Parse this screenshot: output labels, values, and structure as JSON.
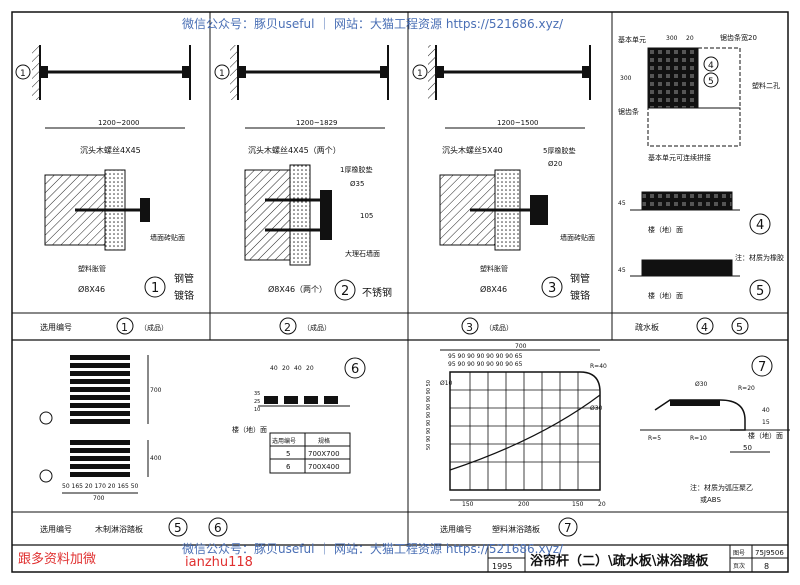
{
  "watermark_top": "微信公众号：豚贝useful ｜ 网站：大猫工程资源 https://521686.xyz/",
  "watermark_bottom": "微信公众号：豚贝useful ｜ 网站：大猫工程资源 https://521686.xyz/",
  "red_note_1": "跟多资料加微",
  "red_note_2": "ianzhu118",
  "panel_top": {
    "p1": {
      "dim": "1200~2000",
      "screw": "沉头木螺丝4X45",
      "wall": "墙面砖贴面",
      "plug": "塑料胀管",
      "plug_size": "Ø8X46",
      "num": "1",
      "side": [
        "钢管",
        "镀铬"
      ]
    },
    "p2": {
      "dim": "1200~1829",
      "screw": "沉头木螺丝4X45（两个）",
      "washer": "1厚橡胶垫",
      "dia": "Ø35",
      "wall": "大理石墙面",
      "plug_size": "Ø8X46（两个）",
      "num": "2",
      "side": "不锈钢",
      "h": "105"
    },
    "p3": {
      "dim": "1200~1500",
      "screw": "沉头木螺丝5X40",
      "washer": "5厚橡胶垫",
      "dia": "Ø20",
      "wall": "墙面砖贴面",
      "plug": "塑料胀管",
      "plug_size": "Ø8X46",
      "num": "3",
      "side": [
        "钢管",
        "镀铬"
      ]
    },
    "p4": {
      "l1": "基本单元",
      "l2": "锯齿条宽20",
      "l3": "锯齿条",
      "l4": "基本单元可连续拼接",
      "l5": "塑料二孔",
      "d300a": "300",
      "d300b": "300",
      "d20": "20",
      "n4": "4",
      "n5": "5",
      "h45a": "45",
      "h45b": "45",
      "floor1": "楼（地）面",
      "floor2": "楼（地）面",
      "note": "注：材质为橡胶",
      "big4": "4",
      "big5": "5"
    }
  },
  "row_top_labels": {
    "label": "选用编号",
    "c1": "1",
    "c1t": "（成品）",
    "c2": "2",
    "c2t": "（成品）",
    "c3": "3",
    "c3t": "（成品）",
    "c4lbl": "疏水板",
    "c4": "4",
    "c4t": "5"
  },
  "panel_bottom": {
    "p6": {
      "d40a": "40",
      "d20a": "20",
      "d40b": "40",
      "d20b": "20",
      "h35": "35",
      "h25": "25",
      "h10": "10",
      "floor": "楼（地）面",
      "num": "6",
      "tbl_h1": "选用编号",
      "tbl_h2": "规格",
      "r1a": "5",
      "r1b": "700X700",
      "r2a": "6",
      "r2b": "700X400",
      "d700a": "700",
      "d400": "400",
      "d700b": "700",
      "widths": "50 165 20 170 20 165 50"
    },
    "p7": {
      "d700": "700",
      "row2": "95 90 90 90 90 90 90 65",
      "row3": "95 90 90 90 90 90 90 65",
      "r40": "R=40",
      "d10": "Ø10",
      "d30": "Ø30",
      "side": "50 90 90 90 90 90 90 90 50",
      "b150a": "150",
      "b200": "200",
      "b150b": "150",
      "b20": "20",
      "num": "7",
      "r20": "R=20",
      "r5": "R=5",
      "r10": "R=10",
      "d50": "50",
      "h40": "40",
      "h15": "15",
      "floor": "楼（地）面",
      "note1": "注：材质为弧压聚乙",
      "note2": "或ABS"
    }
  },
  "row_bottom_labels": {
    "label": "选用编号",
    "mid": "木制淋浴踏板",
    "n5": "5",
    "n6": "6",
    "lbl2": "塑料淋浴踏板",
    "n7": "7"
  },
  "title_block": {
    "title": "浴帘杆（二）\\疏水板\\淋浴踏板",
    "year": "1995",
    "code_label": "图号",
    "code": "75J9506",
    "page_label": "页次",
    "page": "8"
  }
}
